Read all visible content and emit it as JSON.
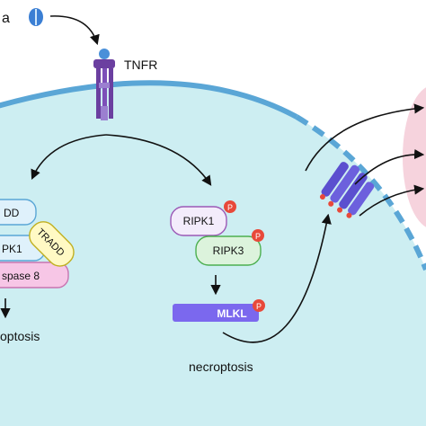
{
  "ligand": {
    "label": "a"
  },
  "receptor": {
    "label": "TNFR"
  },
  "complex_left": {
    "items": [
      "DD",
      "PK1",
      "TRADD",
      "spase 8"
    ],
    "outcome": "optosis"
  },
  "complex_right": {
    "ripk1": "RIPK1",
    "ripk3": "RIPK3",
    "mlkl": "MLKL",
    "phospho": "P",
    "outcome": "necroptosis"
  },
  "colors": {
    "cell_fill": "#cdeef2",
    "membrane": "#5aa6d6",
    "receptor": "#6b3fa0",
    "ligand": "#3b7fd4",
    "phospho": "#e8493a",
    "mlkl": "#7b68ee",
    "ripk1_border": "#9b59b6",
    "ripk3_border": "#4caf50",
    "tradd_fill": "#fff9c4",
    "tradd_border": "#c0b020",
    "caspase_fill": "#f7c6e6",
    "pore": "#5b4fcf",
    "right_bubble": "#f6d3dd"
  }
}
